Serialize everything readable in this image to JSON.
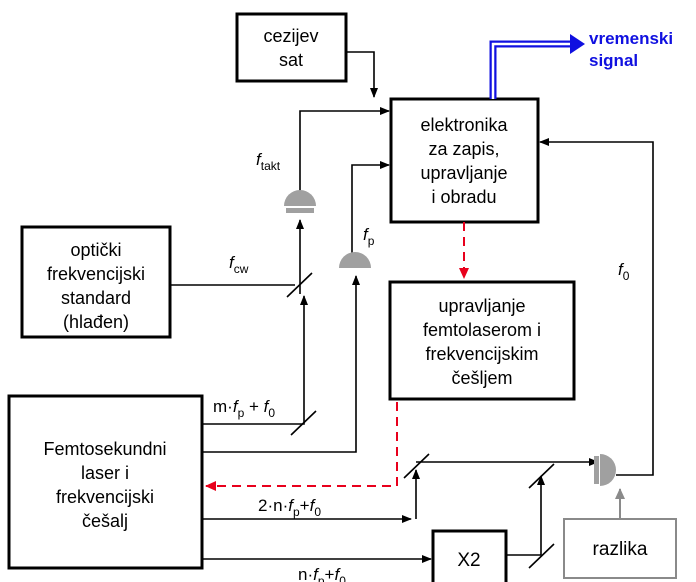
{
  "boxes": {
    "cesium_line1": "cezijev",
    "cesium_line2": "sat",
    "electronics_line1": "elektronika",
    "electronics_line2": "za zapis,",
    "electronics_line3": "upravljanje",
    "electronics_line4": "i obradu",
    "optical_line1": "optički",
    "optical_line2": "frekvencijski",
    "optical_line3": "standard",
    "optical_line4": "(hlađen)",
    "control_line1": "upravljanje",
    "control_line2": "femtolaserom i",
    "control_line3": "frekvencijskim",
    "control_line4": "češljem",
    "laser_line1": "Femtosekundni",
    "laser_line2": "laser i",
    "laser_line3": "frekvencijski",
    "laser_line4": "češalj",
    "doubler": "X2",
    "difference": "razlika"
  },
  "output": {
    "line1": "vremenski",
    "line2": "signal",
    "color": "#1010e0"
  },
  "labels": {
    "f_italic": "f",
    "takt_sub": "takt",
    "cw_sub": "cw",
    "p_sub": "p",
    "zero_sub": "0",
    "m_prefix": "m·",
    "plus": " + ",
    "two_n_prefix": "2·n·",
    "plus_tight": "+",
    "n_prefix": "n·"
  },
  "colors": {
    "control_path": "#e8001c",
    "detector": "#a0a0a0",
    "difference_box": "#8a8a8a"
  }
}
